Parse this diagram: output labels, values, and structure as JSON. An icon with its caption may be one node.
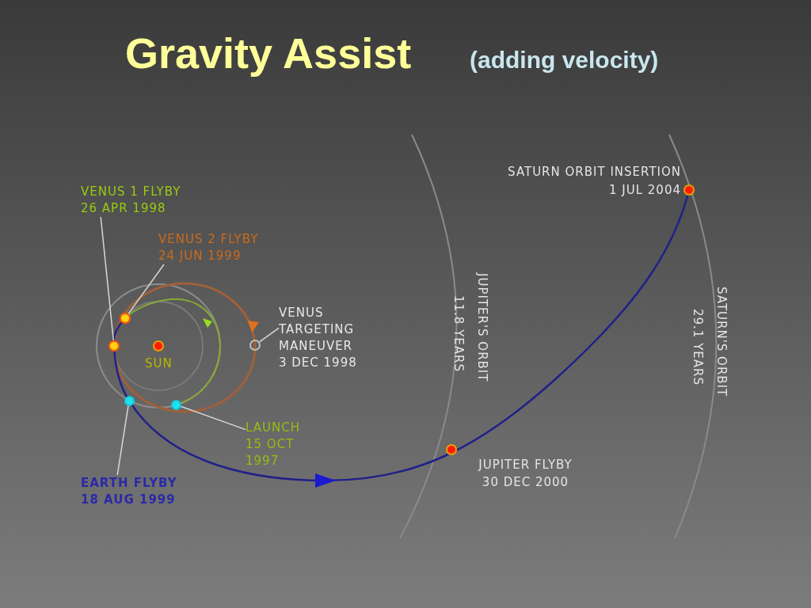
{
  "diagram": {
    "title": "Gravity Assist",
    "nodes": [
      {
        "text": [
          "VENUS 1 FLYBY 26 APR 1998"
        ]
      },
      {
        "text": [],
        "shape": "circle"
      },
      {
        "text": [
          "VENUS 2 FLYBY 24 JUN 1999"
        ]
      },
      {
        "text": [],
        "shape": "circle"
      },
      {
        "text": [
          "VENUS TARGETING MANEUVER 3 DEC 1998"
        ]
      },
      {
        "text": [],
        "shape": "circle"
      },
      {
        "text": [
          "LAUNCH 15 OCT 1997"
        ]
      },
      {
        "text": [],
        "shape": "circle"
      },
      {
        "text": [
          "EARTH FLYBY 18 AUG 1999"
        ]
      },
      {
        "text": [],
        "shape": "circle"
      }
    ],
    "edges": [
      {
        "from": 0,
        "to": 1,
        "arrow": "none"
      },
      {
        "from": 2,
        "to": 3,
        "arrow": "none"
      },
      {
        "from": 4,
        "to": 5,
        "arrow": "none"
      },
      {
        "from": 6,
        "to": 7,
        "arrow": "none"
      },
      {
        "from": 8,
        "to": 9,
        "arrow": "none"
      }
    ],
    "labels": [
      "(adding velocity)",
      "SUN",
      "SATURN ORBIT INSERTION 1 JUL 2004",
      "JUPITER'S ORBIT",
      "11.8 YEARS",
      "SATURN'S ORBIT",
      "29.1 YEARS",
      "JUPITER FLYBY 30 DEC 2000"
    ]
  }
}
